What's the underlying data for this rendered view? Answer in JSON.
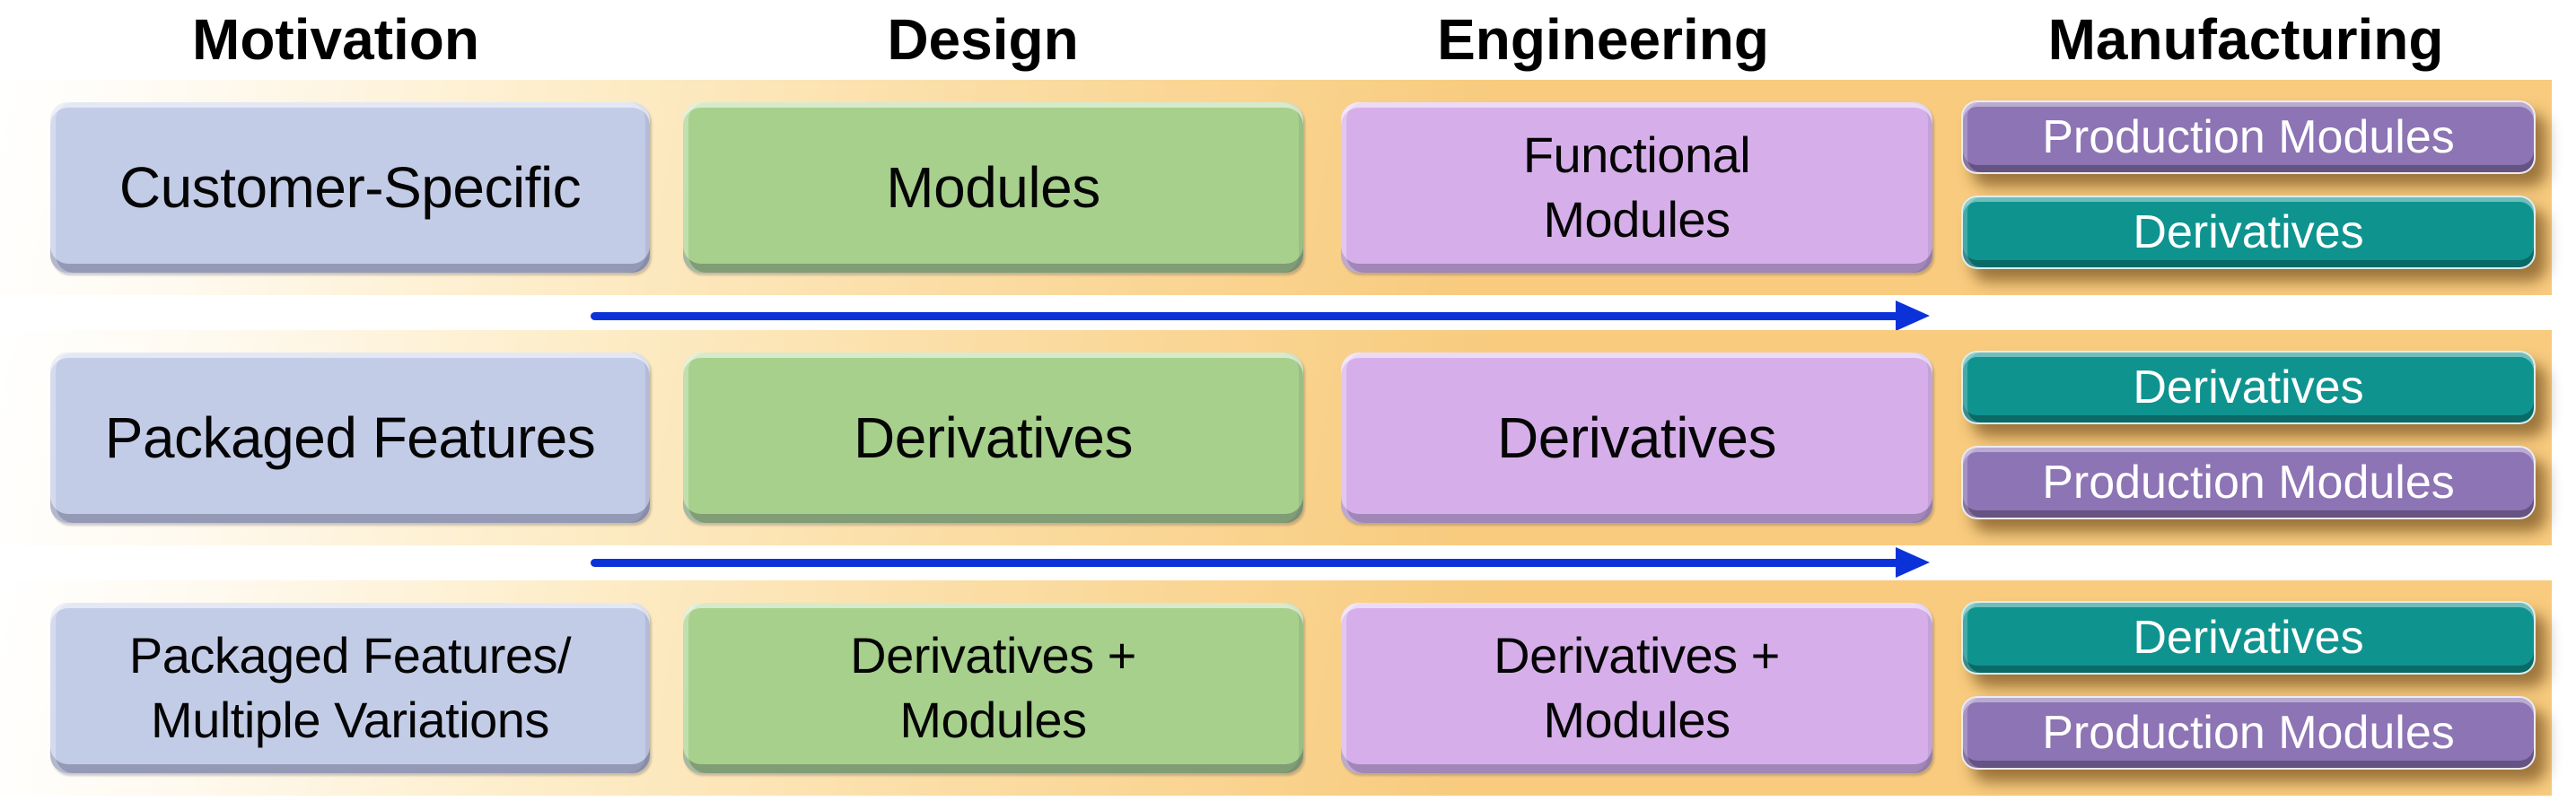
{
  "columns": [
    {
      "id": "motivation",
      "label": "Motivation"
    },
    {
      "id": "design",
      "label": "Design"
    },
    {
      "id": "engineering",
      "label": "Engineering"
    },
    {
      "id": "manufacturing",
      "label": "Manufacturing"
    }
  ],
  "rows": [
    {
      "motivation": "Customer-Specific",
      "design": "Modules",
      "engineering": "Functional\nModules",
      "manufacturing": [
        {
          "label": "Production Modules",
          "variant": "production"
        },
        {
          "label": "Derivatives",
          "variant": "derivative"
        }
      ]
    },
    {
      "motivation": "Packaged Features",
      "design": "Derivatives",
      "engineering": "Derivatives",
      "manufacturing": [
        {
          "label": "Derivatives",
          "variant": "derivative"
        },
        {
          "label": "Production Modules",
          "variant": "production"
        }
      ]
    },
    {
      "motivation": "Packaged Features/\nMultiple Variations",
      "design": "Derivatives +\nModules",
      "engineering": "Derivatives +\nModules",
      "manufacturing": [
        {
          "label": "Derivatives",
          "variant": "derivative"
        },
        {
          "label": "Production Modules",
          "variant": "production"
        }
      ]
    }
  ],
  "flow_arrow_count": 2,
  "colors": {
    "band_orange": "#F8CB7E",
    "arrow_blue": "#0B32D9",
    "motivation_box": "#C3CCE7",
    "design_box": "#A7D08C",
    "engineering_box": "#D6AFEA",
    "production_modules_box": "#8D74B4",
    "derivatives_box": "#0F938F",
    "header_text": "#000000",
    "manufacturing_text": "#FFFFFF"
  }
}
